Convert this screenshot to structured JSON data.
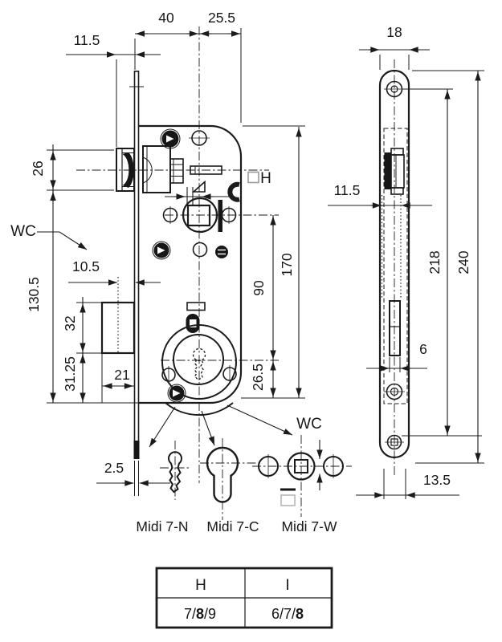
{
  "front_view": {
    "dim_backset": "40",
    "dim_case_front": "25.5",
    "dim_latch_protrusion": "11.5",
    "dim_latch_height": "26",
    "label_wc": "WC",
    "dim_deadbolt_throw": "10.5",
    "dim_overall": "130.5",
    "dim_deadbolt_height": "32",
    "dim_bottom_section": "31.25",
    "dim_deadbolt_width": "21",
    "dim_faceplate_thickness": "2.5",
    "dim_centres": "90",
    "dim_case_height": "170",
    "dim_cyl_bottom": "26.5",
    "label_spindle_square": "H"
  },
  "side_view": {
    "dim_plate_width": "18",
    "dim_latch_width": "11.5",
    "dim_screw_centres": "218",
    "dim_plate_length": "240",
    "dim_bolt_thickness": "6",
    "dim_case_depth": "13.5"
  },
  "variants": {
    "label_wc": "WC",
    "items": [
      {
        "label": "Midi 7-N"
      },
      {
        "label": "Midi 7-C"
      },
      {
        "label": "Midi 7-W"
      }
    ]
  },
  "spec_table": {
    "col_h": "H",
    "col_i": "I",
    "value_h": {
      "pre": "7/",
      "bold": "8",
      "post": "/9"
    },
    "value_i": {
      "pre": "6/7/",
      "bold": "8",
      "post": ""
    }
  }
}
